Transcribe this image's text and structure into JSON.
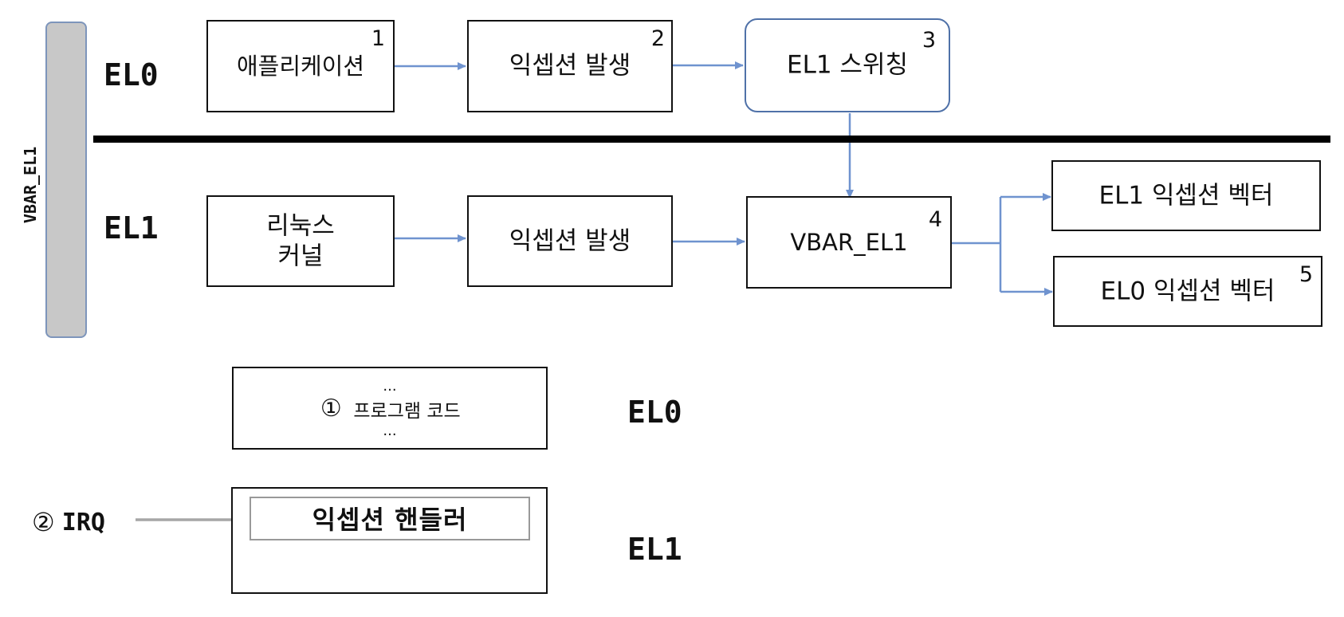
{
  "side_bar": {
    "label": "VBAR_EL1"
  },
  "levels": {
    "top": "EL0",
    "bottom": "EL1"
  },
  "el0_row": {
    "boxes": [
      {
        "text": "애플리케이션",
        "number": "1"
      },
      {
        "text": "익셉션 발생",
        "number": "2"
      },
      {
        "text": "EL1 스위칭",
        "number": "3"
      }
    ]
  },
  "el1_row": {
    "boxes": [
      {
        "line1": "리눅스",
        "line2": "커널"
      },
      {
        "text": "익셉션 발생"
      },
      {
        "text": "VBAR_EL1",
        "number": "4"
      }
    ],
    "targets": [
      {
        "text": "EL1 익셉션 벡터"
      },
      {
        "text": "EL0 익셉션 벡터",
        "number": "5"
      }
    ]
  },
  "lower_diagram": {
    "program_box": {
      "marker": "①",
      "label": "프로그램 코드",
      "dots_top": "...",
      "dots_bottom": "..."
    },
    "handler_box": {
      "label": "익셉션  핸들러"
    },
    "irq": {
      "marker": "②",
      "label": "IRQ"
    },
    "levels": {
      "top": "EL0",
      "bottom": "EL1"
    }
  },
  "colors": {
    "arrow": "#6f93cf",
    "irq_arrow": "#a6a6a6",
    "side_bar_fill": "#c8c8c8",
    "rounded_border": "#4f71a8"
  }
}
